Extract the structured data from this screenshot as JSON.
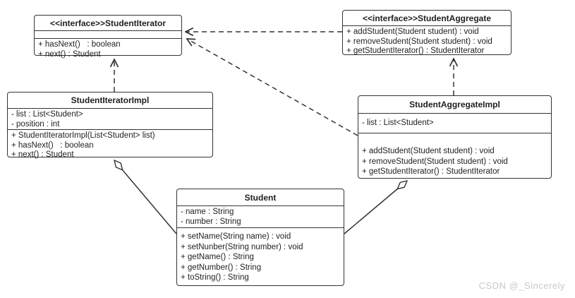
{
  "classes": {
    "student_iterator": {
      "title": "<<interface>>StudentIterator",
      "attributes": [],
      "methods": [
        "+ hasNext()   : boolean",
        "+ next() : Student"
      ]
    },
    "student_aggregate": {
      "title": "<<interface>>StudentAggregate",
      "attributes": [],
      "methods": [
        "+ addStudent(Student student) : void",
        "+ removeStudent(Student student) : void",
        "+ getStudentIterator() : StudentIterator"
      ]
    },
    "student_iterator_impl": {
      "title": "StudentIteratorImpl",
      "attributes": [
        "- list : List<Student>",
        "- position : int"
      ],
      "methods": [
        "+ StudentIteratorImpl(List<Student> list)",
        "+ hasNext()   : boolean",
        "+ next() : Student"
      ]
    },
    "student_aggregate_impl": {
      "title": "StudentAggregateImpl",
      "attributes": [
        "- list : List<Student>"
      ],
      "methods": [
        "+ addStudent(Student student) : void",
        "+ removeStudent(Student student) : void",
        "+ getStudentIterator() : StudentIterator"
      ]
    },
    "student": {
      "title": "Student",
      "attributes": [
        "- name : String",
        "- number : String"
      ],
      "methods": [
        "+ setName(String name) : void",
        "+ setNunber(String number) : void",
        "+ getName() : String",
        "+ getNumber() : String",
        "+ toString() : String"
      ]
    }
  },
  "relationships": [
    {
      "type": "realization",
      "from": "StudentIteratorImpl",
      "to": "StudentIterator",
      "line": "dashed",
      "head": "open-arrow"
    },
    {
      "type": "realization",
      "from": "StudentAggregateImpl",
      "to": "StudentAggregate",
      "line": "dashed",
      "head": "open-arrow"
    },
    {
      "type": "dependency",
      "from": "StudentAggregate",
      "to": "StudentIterator",
      "line": "dashed",
      "head": "open-arrow"
    },
    {
      "type": "dependency",
      "from": "StudentAggregateImpl",
      "to": "StudentIterator",
      "line": "dashed",
      "head": "open-arrow"
    },
    {
      "type": "aggregation",
      "whole": "StudentIteratorImpl",
      "part": "Student",
      "line": "solid",
      "head": "hollow-diamond"
    },
    {
      "type": "aggregation",
      "whole": "StudentAggregateImpl",
      "part": "Student",
      "line": "solid",
      "head": "hollow-diamond"
    }
  ],
  "watermark": "CSDN @_Sincerely",
  "colors": {
    "border": "#333333",
    "text": "#1f1f1f",
    "background": "#ffffff",
    "watermark": "#c9c9c9"
  }
}
